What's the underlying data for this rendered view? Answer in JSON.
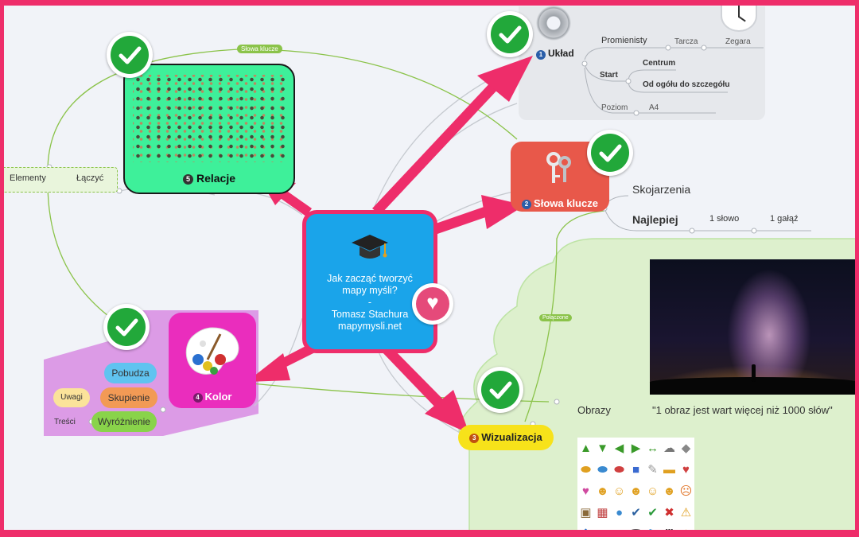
{
  "central": {
    "title_line1": "Jak zacząć tworzyć",
    "title_line2": "mapy myśli?",
    "dash": "-",
    "author": "Tomasz Stachura",
    "site": "mapymysli.net"
  },
  "branches": {
    "uklad": {
      "label": "Układ",
      "number": "1",
      "items": {
        "promienisty": "Promienisty",
        "tarcza": "Tarcza",
        "zegara": "Zegara",
        "start": "Start",
        "centrum": "Centrum",
        "od_ogolu": "Od ogółu do szczegółu",
        "poziom": "Poziom",
        "a4": "A4"
      }
    },
    "slowa_klucze": {
      "label": "Słowa klucze",
      "number": "2",
      "items": {
        "skojarzenia": "Skojarzenia",
        "najlepiej": "Najlepiej",
        "jedno_slowo": "1 słowo",
        "jedna_galaz": "1 gałąź"
      }
    },
    "wizualizacja": {
      "label": "Wizualizacja",
      "number": "3",
      "items": {
        "obrazy": "Obrazy",
        "quote": "\"1 obraz jest wart więcej niż 1000 słów\"",
        "polaczone": "Połączone"
      }
    },
    "kolor": {
      "label": "Kolor",
      "number": "4",
      "items": {
        "pobudza": "Pobudza",
        "uwagi": "Uwagi",
        "skupienie": "Skupienie",
        "tresci": "Treści",
        "wyroznienie": "Wyróżnienie"
      }
    },
    "relacje": {
      "label": "Relacje",
      "number": "5",
      "items": {
        "slowa_klucze_link": "Słowa klucze",
        "elementy": "Elementy",
        "laczyc": "Łączyć"
      }
    }
  },
  "colors": {
    "frame": "#ee2d6a",
    "central_fill": "#1aa4ea",
    "central_border": "#ee2d6a",
    "uklad_fill": "#e6e8ec",
    "slowa_fill": "#e8584a",
    "wizualizacja_fill": "#f7e21a",
    "kolor_fill": "#ea2dbd",
    "kolor_region": "#dc9be6",
    "relacje_fill": "#3ef09a",
    "wiz_region": "#ddf0cd",
    "check": "#22a83a",
    "arrow": "#ee2d6a",
    "connector": "#8bc34a"
  },
  "icons": [
    "graduation-cap-icon",
    "heart-icon",
    "gear-icon",
    "clock-icon",
    "keys-icon",
    "palette-icon",
    "people-crowd-image",
    "milky-way-photo",
    "emoji-icon-grid",
    "check-icon"
  ]
}
